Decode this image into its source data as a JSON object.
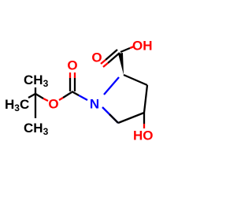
{
  "molecule": {
    "colors": {
      "carbon_bond": "#000000",
      "oxygen": "#ff0000",
      "nitrogen": "#0000ff",
      "background": "#ffffff"
    },
    "labels": {
      "acid_oxygen_double": "O",
      "acid_hydroxyl": "OH",
      "ring_nitrogen": "N",
      "ring_hydroxyl": "HO",
      "boc_carbonyl_oxygen": "O",
      "boc_ester_oxygen": "O",
      "methyl_top": "CH",
      "methyl_top_sub": "3",
      "methyl_left_main": "H",
      "methyl_left_sub": "3",
      "methyl_left_c": "C",
      "methyl_bottom": "CH",
      "methyl_bottom_sub": "3"
    }
  }
}
